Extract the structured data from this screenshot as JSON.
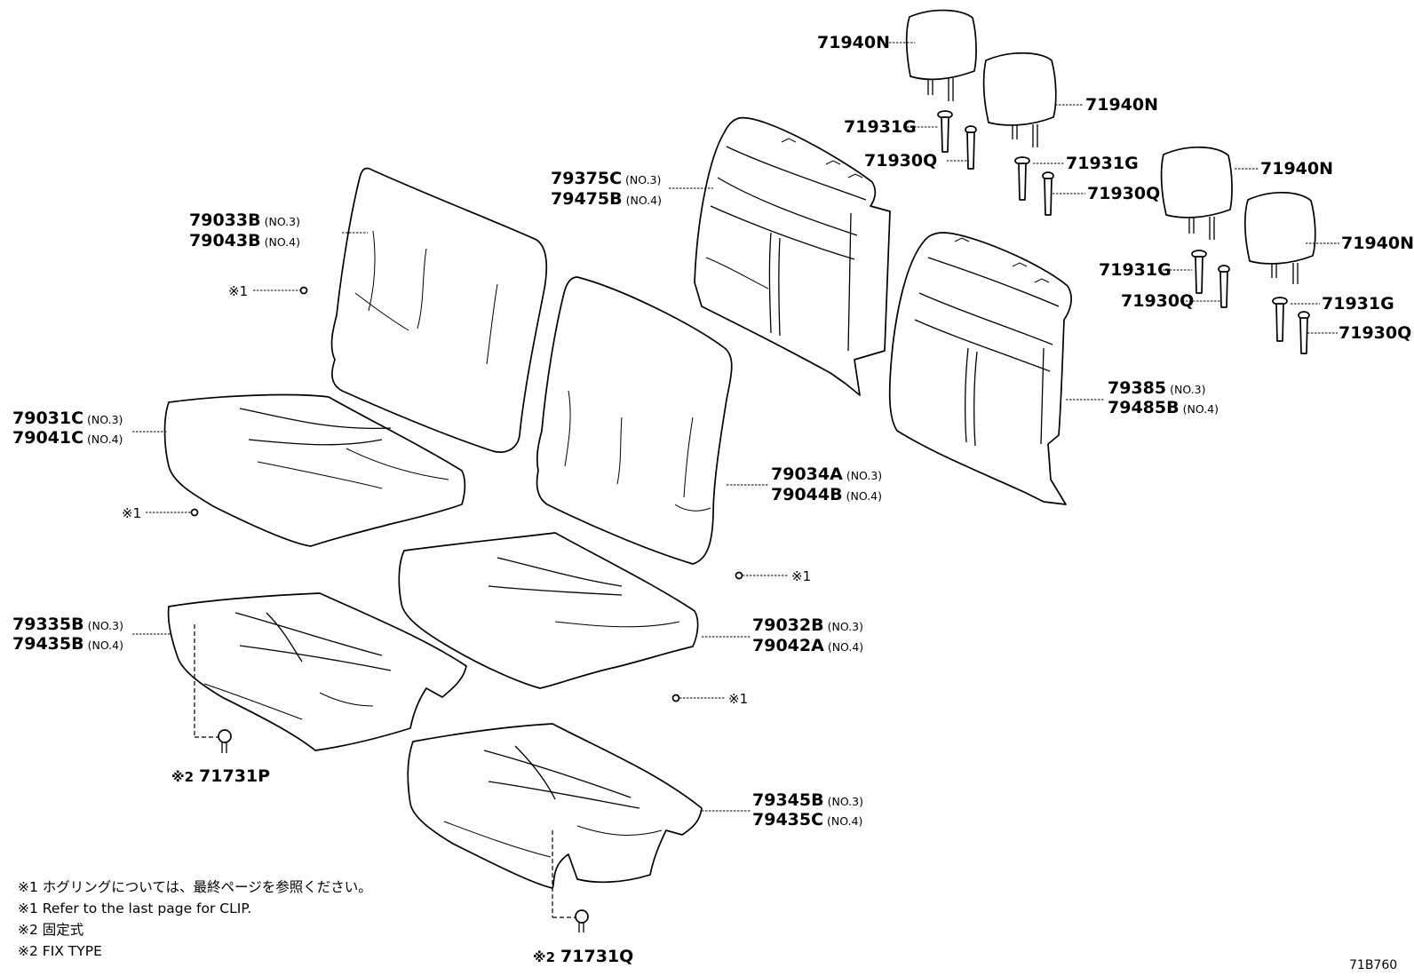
{
  "parts": {
    "headrest_1": "71940N",
    "headrest_2": "71940N",
    "headrest_3": "71940N",
    "headrest_4": "71940N",
    "support_g_1": "71931G",
    "support_g_2": "71931G",
    "support_g_3": "71931G",
    "support_g_4": "71931G",
    "support_q_1": "71930Q",
    "support_q_2": "71930Q",
    "support_q_3": "71930Q",
    "support_q_4": "71930Q",
    "back_pad_left_no3": "79375C",
    "back_pad_left_no4": "79475B",
    "back_pad_right_no3": "79385",
    "back_pad_right_no4": "79485B",
    "back_cover_left_no3": "79033B",
    "back_cover_left_no4": "79043B",
    "back_cover_right_no3": "79034A",
    "back_cover_right_no4": "79044B",
    "cushion_cover_left_no3": "79031C",
    "cushion_cover_left_no4": "79041C",
    "cushion_cover_right_no3": "79032B",
    "cushion_cover_right_no4": "79042A",
    "cushion_pad_left_no3": "79335B",
    "cushion_pad_left_no4": "79435B",
    "cushion_pad_right_no3": "79345B",
    "cushion_pad_right_no4": "79435C",
    "clip_left": "71731P",
    "clip_right": "71731Q"
  },
  "labels": {
    "no3": "(NO.3)",
    "no4": "(NO.4)",
    "mark1": "※1",
    "mark2": "※2"
  },
  "footnotes": {
    "line1": "※1 ホグリングについては、最終ページを参照ください。",
    "line2": "※1 Refer to the last page for CLIP.",
    "line3": "※2 固定式",
    "line4": "※2 FIX TYPE"
  },
  "diagram_code": "71B760"
}
